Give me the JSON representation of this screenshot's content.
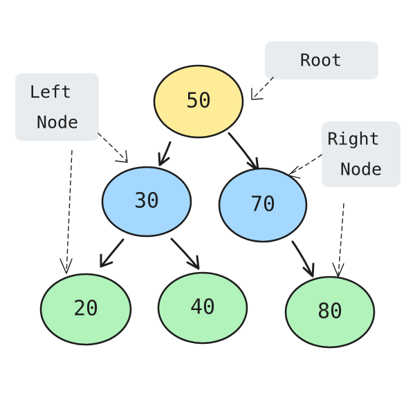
{
  "nodes": {
    "root": {
      "label": "50",
      "color": "#ffec99"
    },
    "left": {
      "label": "30",
      "color": "#a5d8ff"
    },
    "right": {
      "label": "70",
      "color": "#a5d8ff"
    },
    "left_left": {
      "label": "20",
      "color": "#b2f2bb"
    },
    "left_right": {
      "label": "40",
      "color": "#b2f2bb"
    },
    "right_right": {
      "label": "80",
      "color": "#b2f2bb"
    }
  },
  "callouts": {
    "root": {
      "text": "Root"
    },
    "left": {
      "line1": "Left",
      "line2": "Node"
    },
    "right": {
      "line1": "Right",
      "line2": "Node"
    }
  },
  "colors": {
    "stroke": "#1e1e1e",
    "callout_fill": "#e9ecef"
  }
}
